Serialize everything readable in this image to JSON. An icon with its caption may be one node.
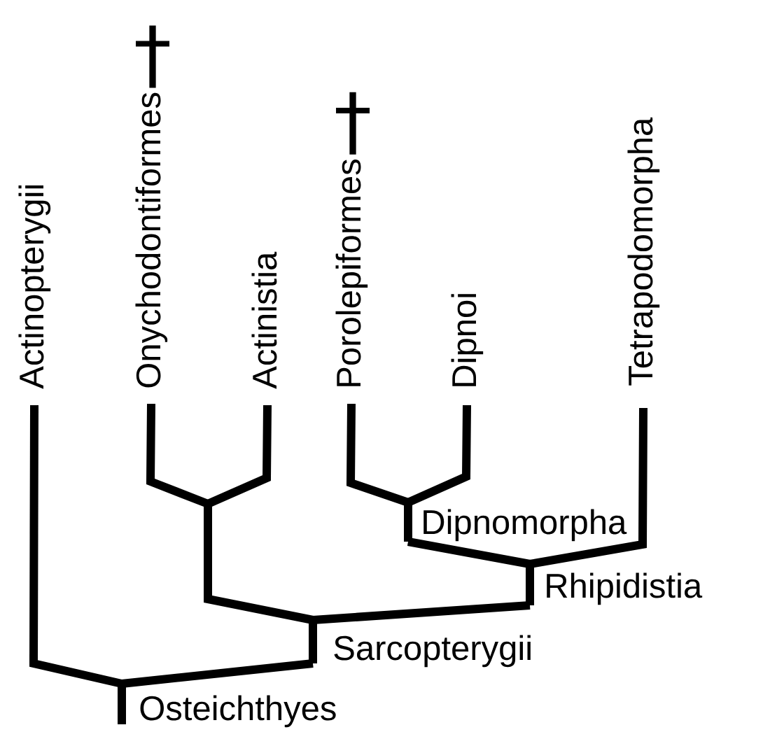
{
  "diagram": {
    "nodes": [
      {
        "text": [
          "Actinopterygii"
        ]
      },
      {
        "text": [
          "Onychodontiformes"
        ],
        "beside": [
          "†"
        ]
      },
      {
        "text": [
          "Actinistia"
        ]
      },
      {
        "text": [
          "Porolepiformes"
        ],
        "beside": [
          "†"
        ]
      },
      {
        "text": [
          "Dipnoi"
        ]
      },
      {
        "text": [
          "Tetrapodomorpha"
        ]
      },
      {
        "text": [
          "Dipnomorpha"
        ]
      },
      {
        "text": [
          "Rhipidistia"
        ]
      },
      {
        "text": [
          "Sarcopterygii"
        ]
      },
      {
        "text": [
          "Osteichthyes"
        ]
      }
    ],
    "edges": [
      {
        "from": 9,
        "to": 0,
        "arrow": "none"
      },
      {
        "from": 9,
        "to": 8,
        "arrow": "none"
      },
      {
        "from": 8,
        "to": 1,
        "arrow": "none"
      },
      {
        "from": 8,
        "to": 2,
        "arrow": "none"
      },
      {
        "from": 8,
        "to": 7,
        "arrow": "none"
      },
      {
        "from": 7,
        "to": 6,
        "arrow": "none"
      },
      {
        "from": 7,
        "to": 5,
        "arrow": "none"
      },
      {
        "from": 6,
        "to": 3,
        "arrow": "none"
      },
      {
        "from": 6,
        "to": 4,
        "arrow": "none"
      }
    ]
  }
}
